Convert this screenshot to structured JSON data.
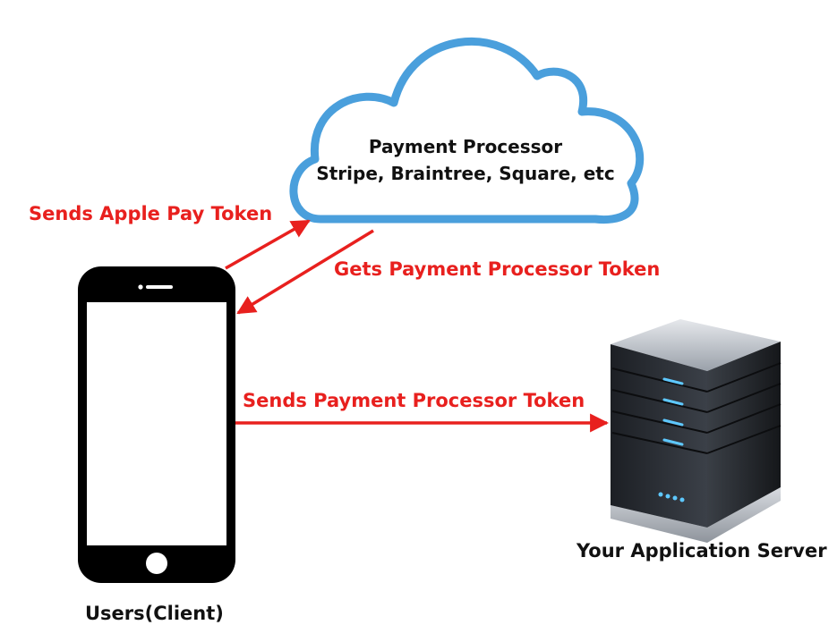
{
  "cloud": {
    "title": "Payment Processor",
    "subtitle": "Stripe, Braintree, Square, etc"
  },
  "arrows": {
    "apple_pay": "Sends Apple Pay Token",
    "gets_token": "Gets Payment Processor Token",
    "sends_token": "Sends Payment Processor Token"
  },
  "nodes": {
    "client_label": "Users(Client)",
    "server_label": "Your Application Server"
  },
  "colors": {
    "arrow": "#e8201e",
    "cloud_outline": "#4a9fdc",
    "phone_body": "#000000",
    "server_led": "#5ec8ff"
  },
  "icons": [
    "cloud-icon",
    "smartphone-icon",
    "server-icon"
  ]
}
